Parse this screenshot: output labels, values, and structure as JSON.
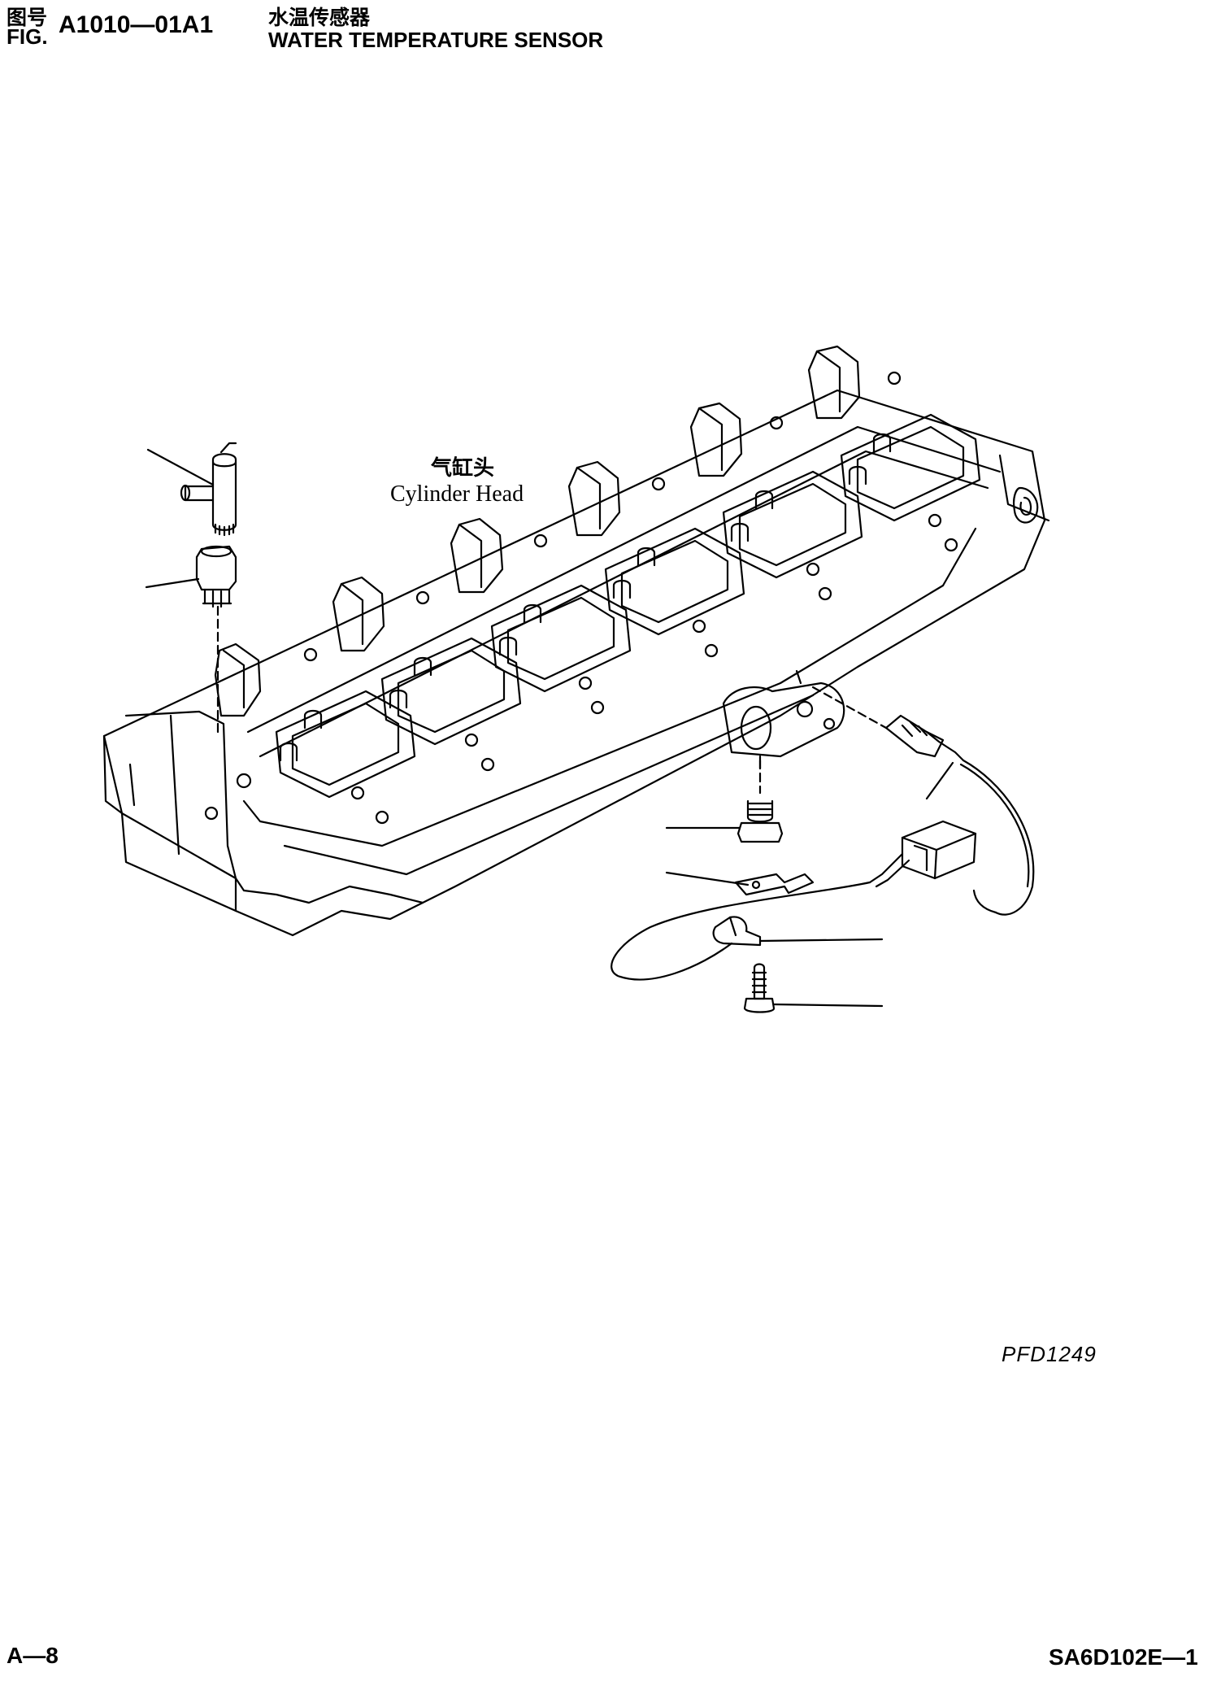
{
  "header": {
    "fig_label_cn": "图号",
    "fig_label_en": "FIG.",
    "fig_number": "A1010—01A1",
    "title_cn": "水温传感器",
    "title_en": "WATER TEMPERATURE SENSOR"
  },
  "diagram": {
    "component_label_cn": "气缸头",
    "component_label_en": "Cylinder Head",
    "reference_code": "PFD1249"
  },
  "footer": {
    "page_number": "A—8",
    "doc_code": "SA6D102E—1"
  }
}
